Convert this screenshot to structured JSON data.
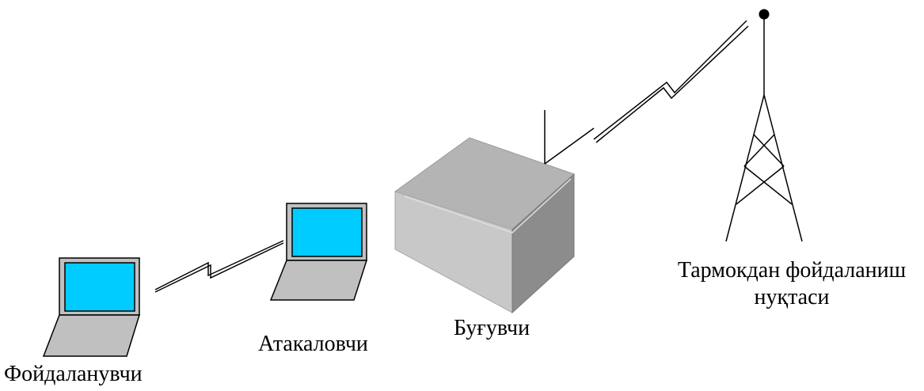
{
  "labels": {
    "user": "Фойдаланувчи",
    "attacker": "Атакаловчи",
    "jammer": "Буғувчи",
    "access_point_line1": "Тармокдан фойдаланиш",
    "access_point_line2": "нуқтаси"
  },
  "colors": {
    "screen": "#00ccff",
    "laptop_body": "#c0c0c0",
    "box_front": "#c8c8c8",
    "box_top": "#b4b4b4",
    "box_side": "#8c8c8c",
    "line": "#000000"
  },
  "icons": {
    "user_device": "laptop-icon",
    "attacker_device": "laptop-icon",
    "jammer_device": "jammer-box-icon",
    "access_point": "radio-tower-icon"
  }
}
